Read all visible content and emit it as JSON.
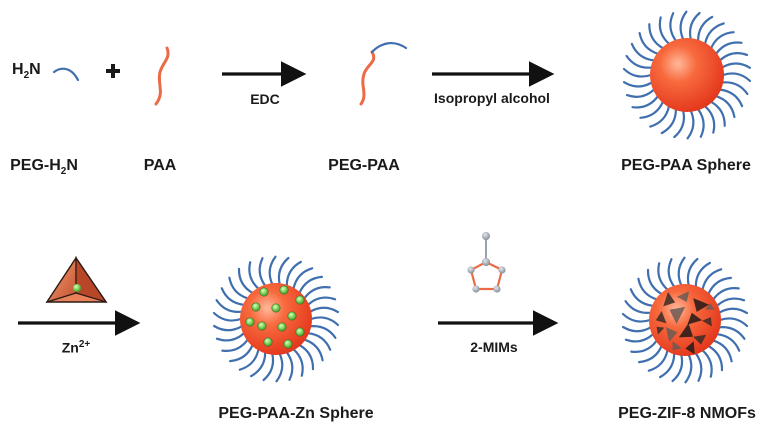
{
  "colors": {
    "peg_chain": "#3f6fae",
    "paa_chain": "#ec6a45",
    "sphere_core": "#f0401e",
    "sphere_highlight": "#ffb89a",
    "zn_dot": "#7ed35a",
    "arrow": "#111111"
  },
  "row1": {
    "amine_group": {
      "h": "H",
      "sub": "2",
      "n": "N"
    },
    "plus": "+",
    "arrow1_label": "EDC",
    "arrow2_label": "Isopropyl alcohol",
    "captions": {
      "peg_h2n": {
        "pre": "PEG-H",
        "sub": "2",
        "post": "N"
      },
      "paa": "PAA",
      "peg_paa": "PEG-PAA",
      "peg_paa_sphere": "PEG-PAA Sphere"
    }
  },
  "row2": {
    "arrow1_label": {
      "base": "Zn",
      "sup": "2+"
    },
    "arrow2_label": "2-MIMs",
    "captions": {
      "peg_paa_zn_sphere": "PEG-PAA-Zn Sphere",
      "peg_zif8": "PEG-ZIF-8 NMOFs"
    }
  },
  "icons": {
    "zn_precursor": "pyramid-zn-icon",
    "mim_molecule": "2-methylimidazole-molecule-icon"
  }
}
